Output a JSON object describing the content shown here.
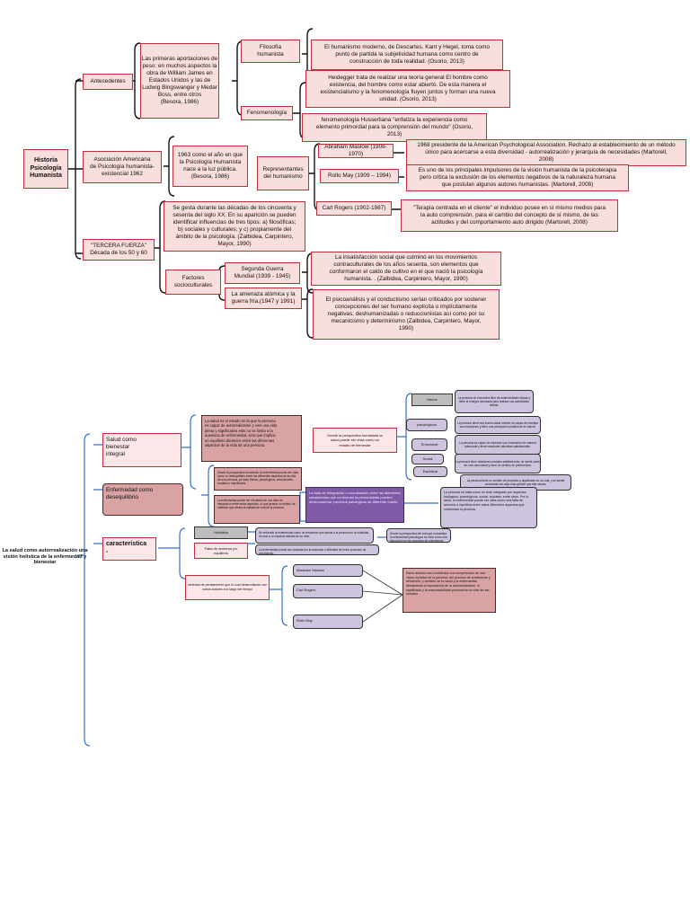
{
  "map1": {
    "root": "Historia\nPsicología\nHumanista",
    "antecedentes": "Antecedentes",
    "primeras": "Las primeras aportaciones de\npeso: en muchos aspectos la\nobra de William James en\nEstados Unidos y las de\nLudwig Bingswanger y Medar\nBoss, entre otros\n(Besora, 1986)",
    "filosofia": "Filosofía\nhumanista",
    "filosofia_text": "El humanismo moderno, de Descartes, Kant y Hegel, toma como\npunto de partida la subjetividad humana como centro de\nconstrucción de toda realidad. (Osorio, 2013)",
    "fenomenologia": "Fenomenología",
    "heidegger": "Heidegger trata de realizar una teoría general El hombre como\nexistencia, del hombre como estar abierto. De esta manera el\nexistencialismo y la fenomenología fluyen juntos y forman una nueva\nunidad. (Osorio, 2013)",
    "husserl": "fenomenología Husserliana \"enfatiza la experiencia como\nelemento primordial para la comprensión del mundo\" (Osorio,\n2013)",
    "asociacion": "Asociación Americana\nde Psicología humanista-\nexistencial 1962",
    "ano1963": "1963 como el año en que\nla Psicología Humanista\nnace a la luz pública.\n(Besora, 1986)",
    "representantes": "Representantes\ndel humanismo",
    "maslow": "Abraham Maslow (1908-1970)",
    "maslow_text": "1968 presidente de la American Psychological Association. Rechazo al establecimiento de un método\núnico para acercarse a esta diversidad - autorrealización y  jerarquía de necesidades (Martorell,\n2008)",
    "may": "Rollo May (1909 – 1994)",
    "may_text": "Es uno de los principales impulsores de la visión humanista de la psicoterapia\npero critica la exclusión de los elementos negativos de la naturaleza humana\nque postulan algunos autores humanistas. (Martorell, 2008)",
    "rogers": "Carl Rogers (1902-1987)",
    "rogers_text": "\"Terapia centrada en el cliente\" el individuo posee en sí mismo medios para\nla auto comprensión, para el cambio del concepto de sí mismo, de las\nactitudes y del comportamiento auto dirigido (Martorell, 2008)",
    "tercera": "\"TERCERA FUERZA\"\nDécada de los 50 y 60",
    "tercera_text": "Se gesta durante las décadas de los cincuenta y\nsesenta del siglo XX. En su aparición se pueden\nidentificar influencias de tres tipos: a) filosóficas;\nb) sociales y culturales; y c) propiamente del\námbito de la psicología. (Zalbidea,  Carpintero,\nMayor, 1990)",
    "factores": "Factores\nsocioculturales",
    "guerra": "Segunda Guerra\nMundial (1939 - 1945)",
    "guerra_text": "La insatisfacción social que culminó en los movimientos\ncontraculturales de los años sesenta, son elementos que\nconformaron el caldo de cultivo en el que nació la psicología\nhumanista. . (Zalbidea,  Carpintero, Mayor, 1990)",
    "amenaza": "La amenaza atómica y la\nguerra fría,(1947 y 1991)",
    "amenaza_text": "El psicoanálisis y el conductismo serían criticados por sostener\nconcepciones del ser humano explícita o implícitamente\nnegativas, deshumanizadas o reduccionistas así como por su\nmecanicismo y determinismo (Zalbidea,  Carpintero, Mayor,\n1990)"
  },
  "map2": {
    "root": "La salud como autorrealización una\nvisión holística de la enfermedad y\nbienestar",
    "salud": "Salud como\nbienestar\nintegral",
    "salud_text": "La salud es el estado en la que la persona\nes capaz de autorrealizarse y vivir una vida\nplena y significativa esto no se limita a la\nausencia de enfermedad, sino que implica\nun equilibrio dinámico entre las diferentes\naspectos de la vida de una persona.",
    "perspectiva": "Desde la perspectiva humanista la\nsalud puede ser vista como un\nestado de bienestar",
    "fisicos": "físicos",
    "fisicos_text": "La persona se encuentra libre de enfermedades físicas y tiene la energía necesaria para realizar sus actividades diarias.",
    "psicologicos": "psicológicos",
    "psicologicos_text": "La persona tiene una buena salud mental, es capaz de manejar sus emociones y tiene una percepción positiva de sí misma.",
    "emocional": "Emocional",
    "emocional_text": "La persona es capaz de expresar sus emociones de manera adecuada y tiene relaciones afectivas satisfactorias.",
    "social": "Social",
    "social_text": "La persona tiene relaciones sociales satisfactorias, se siente parte de una comunidad y tiene un sentido de pertenencia.",
    "espiritual": "Espiritual",
    "espiritual_text": "La persona tiene un sentido de propósito y significado en su vida, y se siente conectada con algo más grande que ella misma.",
    "enfermedad": "Enfermedad como\ndesequilibrio",
    "enfermedad_text1": "Desde la perspectiva humanista, la enfermedad puede ser vista como un desequilibrio entre los diferentes aspectos de la vida de una persona, ya sean físicos, psicológicos, emocionales, sociales o espirituales.",
    "enfermedad_text2": "La enfermedad puede ser resultado de una falta de integración entre estos aspectos, lo que genera un estado de malestar que afecta la calidad de vida de la persona.",
    "integracion": "La falta de integración o coordinación entre las diferentes subsistemas que conforman la personalidad pueden desencadenar procesos patológicos de diferente índole.",
    "integracion_right": "La persona es vista como un todo integrado por aspectos biológicos, psicológicos, social, sociales, entre otros. Por lo tanto, la enfermedad puede ser vista como una falta de armonía o equilibrio entre estos diferentes aspectos que conforman la persona.",
    "caracteristica": "característica\n-",
    "holistica": "Holística",
    "holistica_text": "Se entiende la enfermedad como un fenómeno que afecta a la persona en su totalidad, no solo a un aspecto aislado de su vida.",
    "holistica_text2": "Desde la perspectiva del enfoque humanista la enfermedad psicológica es vista como una disrupción en los procesos de crecimiento personal.",
    "falta": "Falta de armonía y/o\nequilibrio",
    "falta_text": "La enfermedad puede ser causada por la ausencia o dificultad de estos procesos de crecimiento.",
    "variedad": "variedad de pensamiento que lo cual desarrollando con varios autores a lo largo del tiempo",
    "autor1": "Abraham Maslow",
    "autor2": "Carl Rogers",
    "autor3": "Rollo May",
    "autores_text": "Estos autores han contribuido a la comprensión de una visión holística de la persona, del proceso de crecimiento y desarrollo, y también de la salud y la enfermedad, destacando la importancia de la autorrealización, el significado y la responsabilidad personal en la vida del ser humano."
  }
}
